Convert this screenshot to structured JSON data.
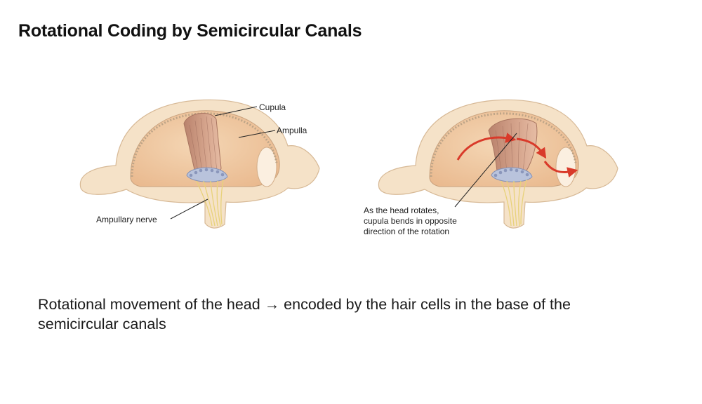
{
  "slide": {
    "title": "Rotational Coding by Semicircular Canals",
    "caption_line1": "Rotational movement of the head → encoded by the hair cells in the base of the",
    "caption_line2": "semicircular canals"
  },
  "figure_left": {
    "labels": {
      "cupula": "Cupula",
      "ampulla": "Ampulla",
      "ampullary_nerve": "Ampullary nerve"
    }
  },
  "figure_right": {
    "annotation_line1": "As the head rotates,",
    "annotation_line2": "cupula bends in opposite",
    "annotation_line3": "direction of the rotation"
  },
  "colors": {
    "wall": "#f5e2c8",
    "lumen": "#f0c9a2",
    "cupula": "#c89478",
    "arrow": "#d93a2a"
  }
}
